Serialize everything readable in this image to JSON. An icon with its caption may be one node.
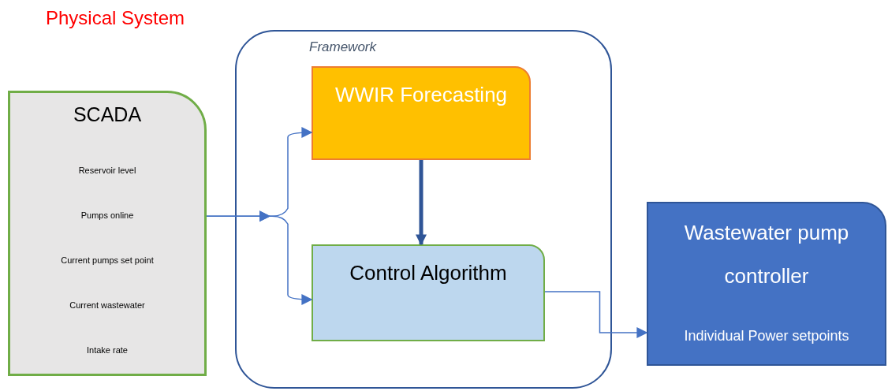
{
  "diagram": {
    "title": "Physical System",
    "nodes": [
      {
        "text": [
          "SCADA",
          "Reservoir level",
          "Pumps online",
          "Current pumps set point",
          "Current wastewater",
          "Intake rate"
        ]
      },
      {
        "text": [
          "Framework"
        ]
      },
      {
        "text": [
          "WWIR Forecasting"
        ],
        "in": 1
      },
      {
        "text": [
          "Control Algorithm"
        ],
        "in": 1
      },
      {
        "text": [
          "Wastewater pump controller",
          "Individual Power setpoints"
        ]
      }
    ],
    "edges": [
      {
        "from": 0,
        "to": 2,
        "arrow": "to"
      },
      {
        "from": 0,
        "to": 3,
        "arrow": "to"
      },
      {
        "from": 2,
        "to": 3,
        "arrow": "to",
        "style": "thick",
        "color": "#2f5597"
      },
      {
        "from": 3,
        "to": 4,
        "arrow": "to"
      }
    ]
  }
}
